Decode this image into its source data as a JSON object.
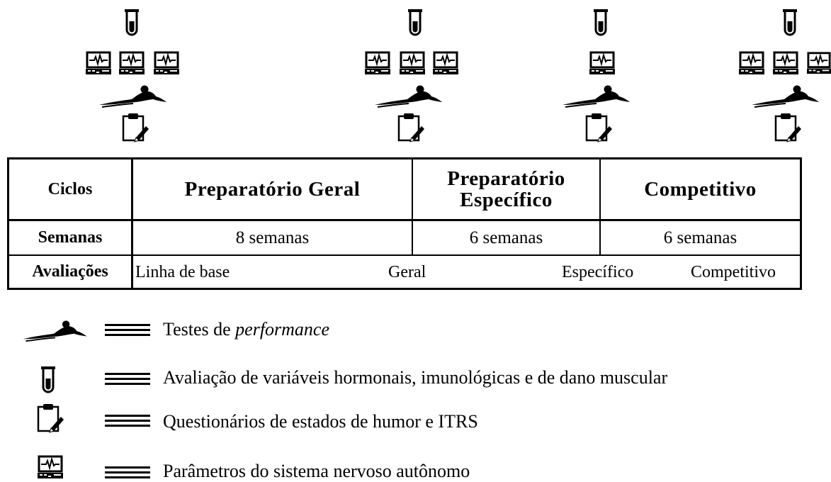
{
  "table": {
    "rows": {
      "ciclos_label": "Ciclos",
      "semanas_label": "Semanas",
      "avaliacoes_label": "Avaliações"
    },
    "cycles": [
      {
        "name": "Preparatório Geral",
        "weeks": "8 semanas"
      },
      {
        "name_line1": "Preparatório",
        "name_line2": "Específico",
        "weeks": "6 semanas"
      },
      {
        "name": "Competitivo",
        "weeks": "6 semanas"
      }
    ],
    "evaluations": [
      "Linha de base",
      "Geral",
      "Específico",
      "Competitivo"
    ]
  },
  "clusters": [
    {
      "monitors": 3
    },
    {
      "monitors": 3
    },
    {
      "monitors": 1
    },
    {
      "monitors": 3
    }
  ],
  "legend": [
    {
      "icon": "swimmer-icon",
      "text_prefix": "Testes de ",
      "text_italic": "performance"
    },
    {
      "icon": "test-tube-icon",
      "text": "Avaliação de variáveis hormonais, imunológicas e de dano muscular"
    },
    {
      "icon": "clipboard-icon",
      "text": "Questionários de estados de humor e ITRS"
    },
    {
      "icon": "heart-monitor-icon",
      "text": "Parâmetros do sistema nervoso autônomo"
    }
  ],
  "colors": {
    "ink": "#000000",
    "background": "#ffffff"
  }
}
